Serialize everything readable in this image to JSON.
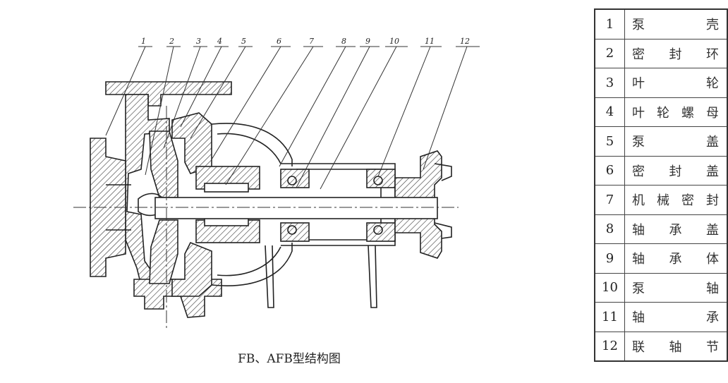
{
  "caption": "FB、AFB型结构图",
  "callout_numbers": [
    "1",
    "2",
    "3",
    "4",
    "5",
    "6",
    "7",
    "8",
    "9",
    "10",
    "11",
    "12"
  ],
  "parts": [
    {
      "no": "1",
      "name": "泵壳"
    },
    {
      "no": "2",
      "name": "密封环"
    },
    {
      "no": "3",
      "name": "叶轮"
    },
    {
      "no": "4",
      "name": "叶轮螺母"
    },
    {
      "no": "5",
      "name": "泵盖"
    },
    {
      "no": "6",
      "name": "密封盖"
    },
    {
      "no": "7",
      "name": "机械密封"
    },
    {
      "no": "8",
      "name": "轴承盖"
    },
    {
      "no": "9",
      "name": "轴承体"
    },
    {
      "no": "10",
      "name": "泵轴"
    },
    {
      "no": "11",
      "name": "轴承"
    },
    {
      "no": "12",
      "name": "联轴节"
    }
  ]
}
